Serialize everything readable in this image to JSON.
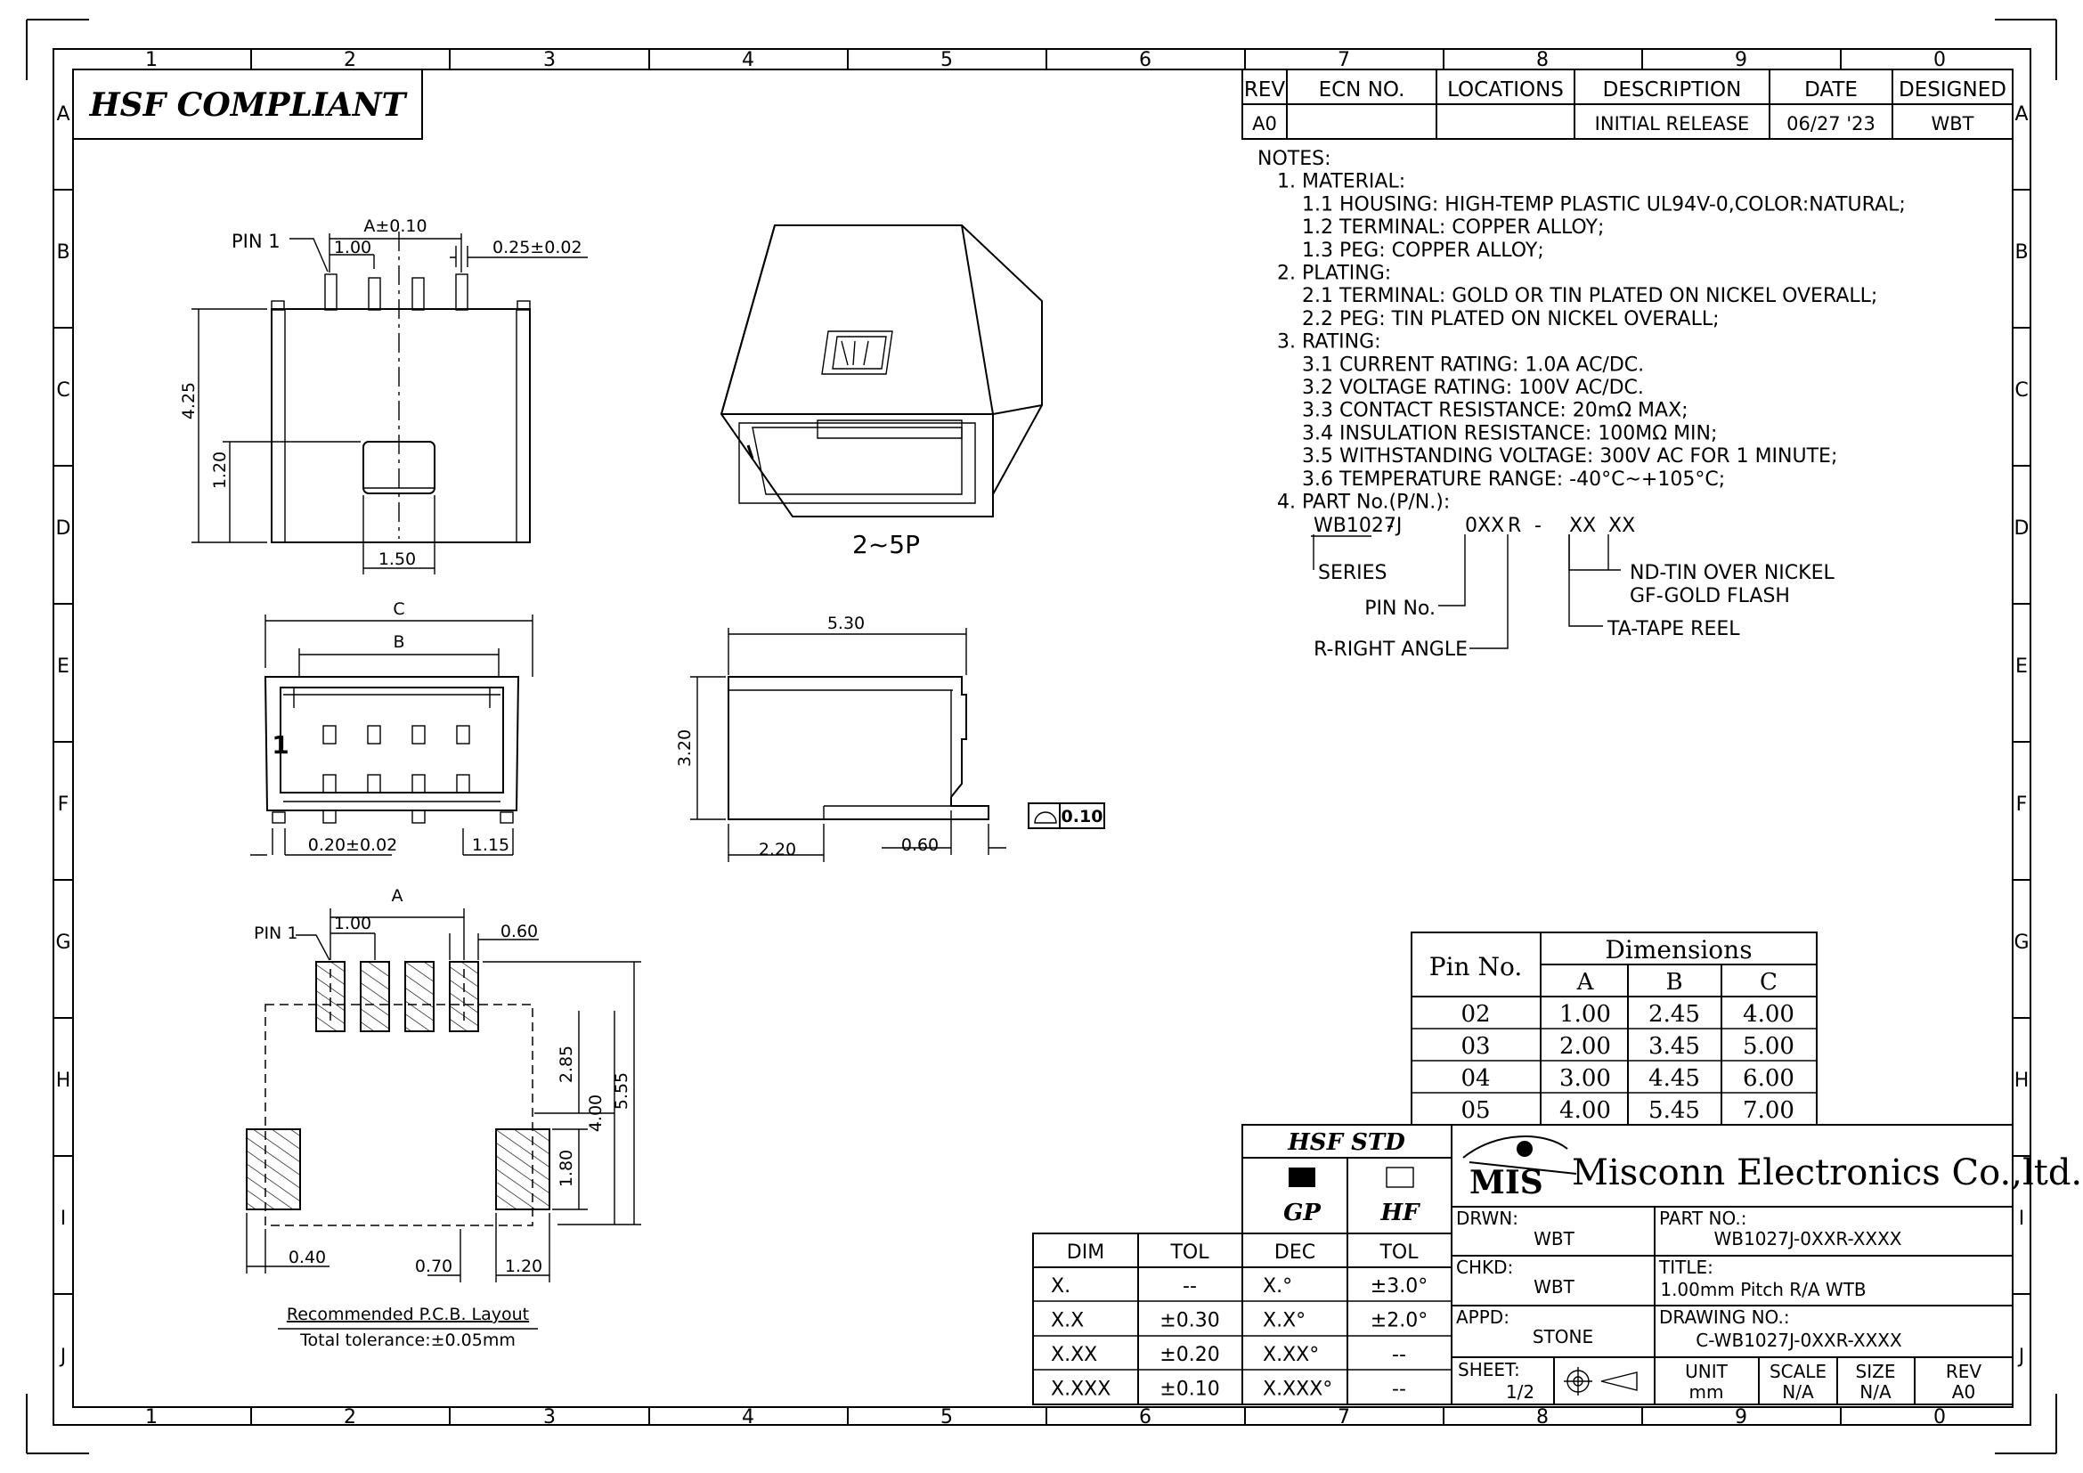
{
  "frame": {
    "col_labels": [
      "1",
      "2",
      "3",
      "4",
      "5",
      "6",
      "7",
      "8",
      "9",
      "0"
    ],
    "row_labels": [
      "A",
      "B",
      "C",
      "D",
      "E",
      "F",
      "G",
      "H",
      "I",
      "J"
    ]
  },
  "badge": "HSF  COMPLIANT",
  "revision_table": {
    "headers": [
      "REV",
      "ECN NO.",
      "LOCATIONS",
      "DESCRIPTION",
      "DATE",
      "DESIGNED"
    ],
    "row": [
      "A0",
      "",
      "",
      "INITIAL RELEASE",
      "06/27 '23",
      "WBT"
    ]
  },
  "notes": {
    "lines": [
      "NOTES:",
      "1. MATERIAL:",
      "1.1 HOUSING: HIGH-TEMP PLASTIC UL94V-0,COLOR:NATURAL;",
      "1.2 TERMINAL: COPPER ALLOY;",
      "1.3 PEG: COPPER ALLOY;",
      "2. PLATING:",
      "2.1 TERMINAL: GOLD OR TIN PLATED ON NICKEL OVERALL;",
      "2.2 PEG: TIN PLATED ON NICKEL OVERALL;",
      "3. RATING:",
      "3.1 CURRENT RATING: 1.0A AC/DC.",
      "3.2 VOLTAGE RATING: 100V AC/DC.",
      "3.3 CONTACT RESISTANCE: 20mΩ MAX;",
      "3.4 INSULATION RESISTANCE: 100MΩ MIN;",
      "3.5 WITHSTANDING VOLTAGE: 300V AC FOR 1 MINUTE;",
      "3.6 TEMPERATURE RANGE: -40°C~+105°C;",
      "4. PART No.(P/N.):"
    ],
    "part_code": [
      "WB1027J",
      "-",
      "0XX",
      "R",
      "-",
      "XX",
      "XX"
    ],
    "legend": {
      "series": "SERIES",
      "pin_no": "PIN No.",
      "right_angle": "R-RIGHT ANGLE",
      "plating_1": "ND-TIN OVER NICKEL",
      "plating_2": "GF-GOLD FLASH",
      "tape": "TA-TAPE REEL"
    }
  },
  "top_view": {
    "pin1": "PIN 1",
    "dim_a": "A±0.10",
    "dim_pitch": "1.00",
    "dim_pin_w": "0.25±0.02",
    "dim_height": "4.25",
    "dim_latch_h": "1.20",
    "dim_latch_w": "1.50"
  },
  "iso_view": {
    "caption": "2~5P"
  },
  "front_view": {
    "dim_c": "C",
    "dim_b": "B",
    "pin_mark": "1",
    "dim_pin_w": "0.20±0.02",
    "dim_peg": "1.15"
  },
  "side_view": {
    "dim_length": "5.30",
    "dim_height": "3.20",
    "dim_base": "2.20",
    "dim_tail": "0.60",
    "flatness": "0.10"
  },
  "pcb_layout": {
    "pin1": "PIN 1",
    "dim_a": "A",
    "dim_pitch": "1.00",
    "dim_pad_w": "0.60",
    "dim_2_85": "2.85",
    "dim_4_00": "4.00",
    "dim_5_55": "5.55",
    "dim_1_80": "1.80",
    "dim_0_40": "0.40",
    "dim_0_70": "0.70",
    "dim_1_20": "1.20",
    "caption": "Recommended  P.C.B.  Layout",
    "tolerance": "Total  tolerance:±0.05mm"
  },
  "dimension_table": {
    "header_pin": "Pin No.",
    "header_dims": "Dimensions",
    "cols": [
      "A",
      "B",
      "C"
    ],
    "rows": [
      [
        "02",
        "1.00",
        "2.45",
        "4.00"
      ],
      [
        "03",
        "2.00",
        "3.45",
        "5.00"
      ],
      [
        "04",
        "3.00",
        "4.45",
        "6.00"
      ],
      [
        "05",
        "4.00",
        "5.45",
        "7.00"
      ]
    ]
  },
  "tolerance_table": {
    "headers": [
      "DIM",
      "TOL"
    ],
    "rows": [
      [
        "X.",
        "--"
      ],
      [
        "X.X",
        "±0.30"
      ],
      [
        "X.XX",
        "±0.20"
      ],
      [
        "X.XXX",
        "±0.10"
      ]
    ]
  },
  "hsf_std": {
    "title": "HSF  STD",
    "gp": "GP",
    "hf": "HF",
    "headers": [
      "DEC",
      "TOL"
    ],
    "rows": [
      [
        "X.°",
        "±3.0°"
      ],
      [
        "X.X°",
        "±2.0°"
      ],
      [
        "X.XX°",
        "--"
      ],
      [
        "X.XXX°",
        "--"
      ]
    ]
  },
  "title_block": {
    "logo": "MIS",
    "company": "Misconn Electronics Co.,ltd.",
    "drwn_label": "DRWN:",
    "drwn": "WBT",
    "chkd_label": "CHKD:",
    "chkd": "WBT",
    "appd_label": "APPD:",
    "appd": "STONE",
    "part_label": "PART  NO.:",
    "part": "WB1027J-0XXR-XXXX",
    "title_label": "TITLE:",
    "title": "1.00mm  Pitch  R/A  WTB",
    "drawing_label": "DRAWING  NO.:",
    "drawing": "C-WB1027J-0XXR-XXXX",
    "sheet_label": "SHEET:",
    "sheet": "1/2",
    "unit_label": "UNIT",
    "unit": "mm",
    "scale_label": "SCALE",
    "scale": "N/A",
    "size_label": "SIZE",
    "size": "N/A",
    "rev_label": "REV",
    "rev": "A0"
  }
}
